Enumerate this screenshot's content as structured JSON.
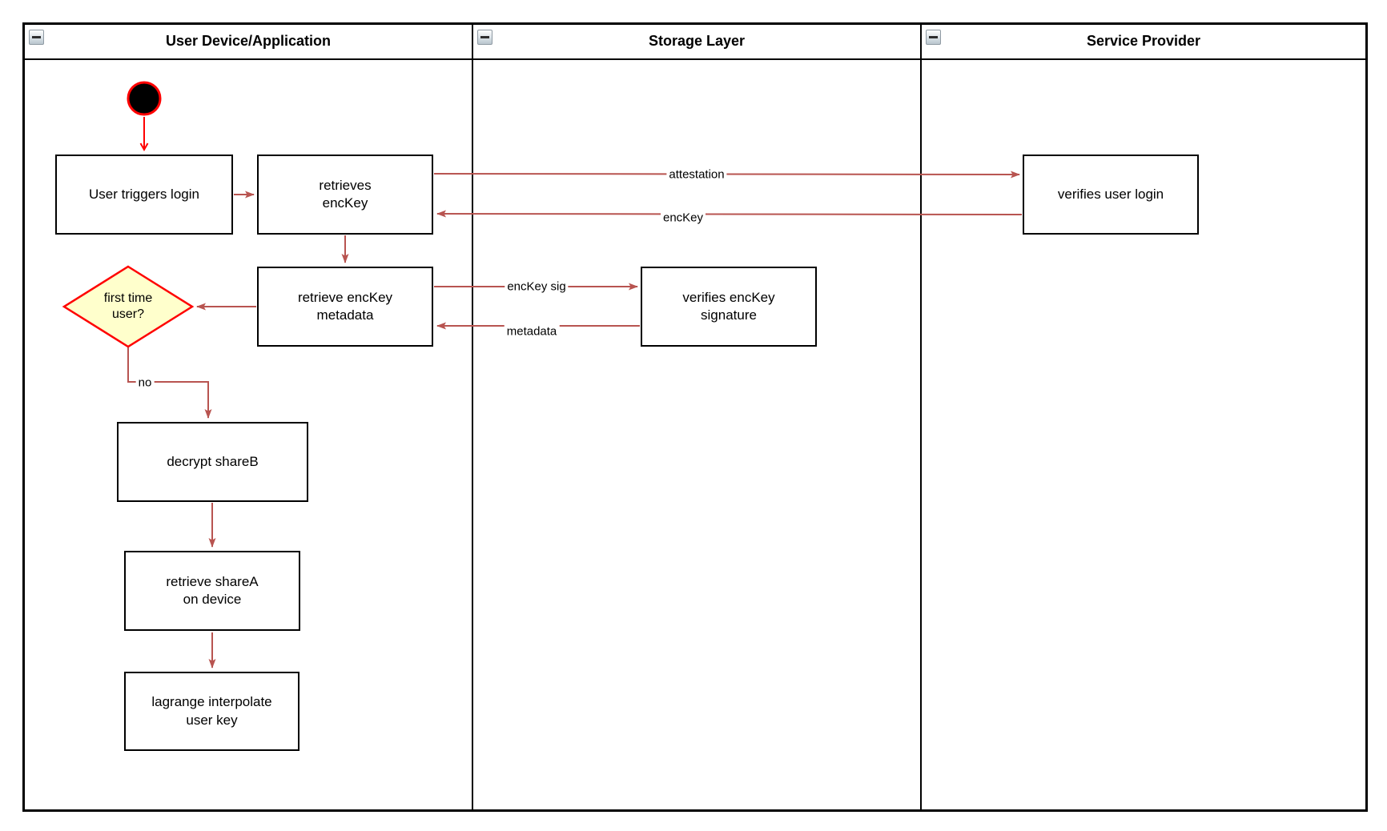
{
  "diagram": {
    "type": "uml-activity-swimlane",
    "lanes": [
      {
        "title": "User Device/Application",
        "collapse_icon": "minus-icon"
      },
      {
        "title": "Storage Layer",
        "collapse_icon": "minus-icon"
      },
      {
        "title": "Service Provider",
        "collapse_icon": "minus-icon"
      }
    ],
    "nodes": {
      "start": {
        "type": "initial-node"
      },
      "user_triggers_login": {
        "label": "User triggers login"
      },
      "retrieves_enckey": {
        "label": "retrieves\nencKey"
      },
      "retrieve_enckey_metadata": {
        "label": "retrieve encKey\nmetadata"
      },
      "first_time_user": {
        "label": "first time\nuser?",
        "type": "decision"
      },
      "decrypt_shareb": {
        "label": "decrypt shareB"
      },
      "retrieve_sharea_on_device": {
        "label": "retrieve shareA\non device"
      },
      "lagrange_interpolate": {
        "label": "lagrange interpolate\nuser key"
      },
      "verifies_enckey_signature": {
        "label": "verifies encKey\nsignature"
      },
      "verifies_user_login": {
        "label": "verifies user login"
      }
    },
    "edge_labels": {
      "attestation": "attestation",
      "enckey": "encKey",
      "enckey_sig": "encKey sig",
      "metadata": "metadata",
      "no": "no"
    },
    "colors": {
      "arrow": "#b85450",
      "start_arrow": "#ff0000",
      "diamond_fill": "#ffffcc",
      "diamond_border": "#ff0000",
      "node_border": "#000000",
      "node_fill": "#ffffff"
    }
  }
}
